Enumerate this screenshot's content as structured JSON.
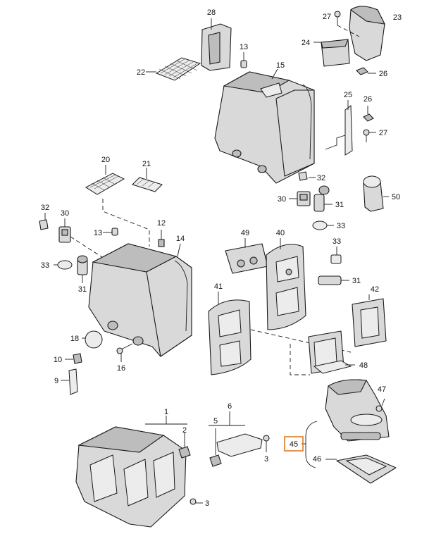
{
  "labels": [
    {
      "id": "l1",
      "text": "1"
    },
    {
      "id": "l2",
      "text": "2"
    },
    {
      "id": "l3a",
      "text": "3"
    },
    {
      "id": "l3b",
      "text": "3"
    },
    {
      "id": "l5",
      "text": "5"
    },
    {
      "id": "l6",
      "text": "6"
    },
    {
      "id": "l9",
      "text": "9"
    },
    {
      "id": "l10",
      "text": "10"
    },
    {
      "id": "l12",
      "text": "12"
    },
    {
      "id": "l13a",
      "text": "13"
    },
    {
      "id": "l13b",
      "text": "13"
    },
    {
      "id": "l14",
      "text": "14"
    },
    {
      "id": "l15",
      "text": "15"
    },
    {
      "id": "l16",
      "text": "16"
    },
    {
      "id": "l18",
      "text": "18"
    },
    {
      "id": "l20",
      "text": "20"
    },
    {
      "id": "l21",
      "text": "21"
    },
    {
      "id": "l22",
      "text": "22"
    },
    {
      "id": "l23",
      "text": "23"
    },
    {
      "id": "l24",
      "text": "24"
    },
    {
      "id": "l25",
      "text": "25"
    },
    {
      "id": "l26a",
      "text": "26"
    },
    {
      "id": "l26b",
      "text": "26"
    },
    {
      "id": "l27a",
      "text": "27"
    },
    {
      "id": "l27b",
      "text": "27"
    },
    {
      "id": "l28",
      "text": "28"
    },
    {
      "id": "l30a",
      "text": "30"
    },
    {
      "id": "l30b",
      "text": "30"
    },
    {
      "id": "l31a",
      "text": "31"
    },
    {
      "id": "l31b",
      "text": "31"
    },
    {
      "id": "l31c",
      "text": "31"
    },
    {
      "id": "l32a",
      "text": "32"
    },
    {
      "id": "l32b",
      "text": "32"
    },
    {
      "id": "l33a",
      "text": "33"
    },
    {
      "id": "l33b",
      "text": "33"
    },
    {
      "id": "l33c",
      "text": "33"
    },
    {
      "id": "l40",
      "text": "40"
    },
    {
      "id": "l41",
      "text": "41"
    },
    {
      "id": "l42",
      "text": "42"
    },
    {
      "id": "l45",
      "text": "45"
    },
    {
      "id": "l46",
      "text": "46"
    },
    {
      "id": "l47",
      "text": "47"
    },
    {
      "id": "l48",
      "text": "48"
    },
    {
      "id": "l49",
      "text": "49"
    },
    {
      "id": "l50",
      "text": "50"
    }
  ],
  "highlight_label": "45",
  "colors": {
    "highlight_box": "#e07a1f",
    "part_fill": "#d9d9d9",
    "line": "#1a1a1a"
  }
}
